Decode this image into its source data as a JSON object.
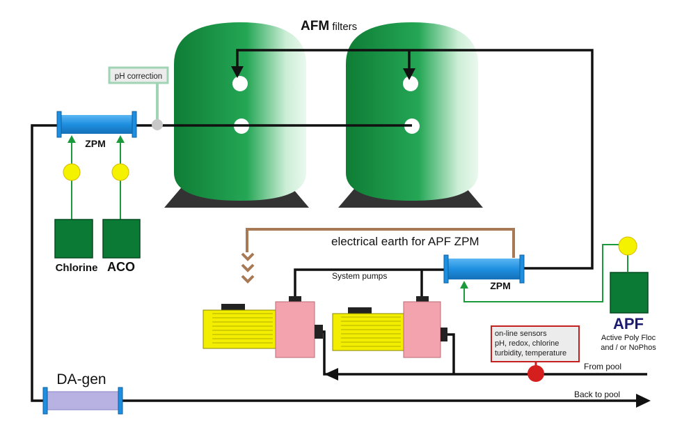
{
  "title": {
    "bold": "AFM",
    "rest": " filters"
  },
  "labels": {
    "ph_correction": "pH correction",
    "zpm_left": "ZPM",
    "zpm_right": "ZPM",
    "chlorine": "Chlorine",
    "aco": "ACO",
    "electrical_earth": "electrical earth for APF ZPM",
    "system_pumps": "System pumps",
    "apf": "APF",
    "apf_desc_line1": "Active Poly Floc",
    "apf_desc_line2": "and / or NoPhos",
    "sensors_line1": "on-line sensors",
    "sensors_line2": "pH, redox, chlorine",
    "sensors_line3": "turbidity, temperature",
    "from_pool": "From pool",
    "back_to_pool": "Back to pool",
    "da_gen": "DA-gen"
  },
  "colors": {
    "pipe": "#111111",
    "tank_green": "#1f9a4a",
    "dosing_tank": "#0b7a35",
    "zpm_blue": "#1e8fe0",
    "dosing_line": "#1a9a3a",
    "ball_yellow": "#f5f200",
    "motor_yellow": "#f3ee00",
    "pump_pink": "#f3a3ad",
    "earth_brown": "#a77a55",
    "sensor_red": "#d51e1e",
    "dagen_lavender": "#b7b2e2",
    "ph_box_border": "#9fd5b5",
    "apf_text": "#1a1a6e"
  }
}
